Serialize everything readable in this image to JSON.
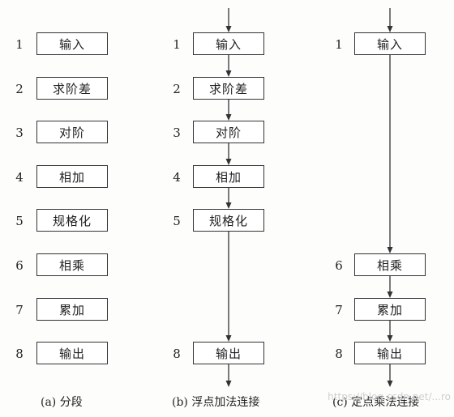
{
  "diagram": {
    "columns": [
      {
        "numbers": [
          "1",
          "2",
          "3",
          "4",
          "5",
          "6",
          "7",
          "8"
        ],
        "labels": [
          "输入",
          "求阶差",
          "对阶",
          "相加",
          "规格化",
          "相乘",
          "累加",
          "输出"
        ],
        "caption": "(a) 分段"
      },
      {
        "numbers": [
          "1",
          "2",
          "3",
          "4",
          "5",
          "8"
        ],
        "labels": [
          "输入",
          "求阶差",
          "对阶",
          "相加",
          "规格化",
          "输出"
        ],
        "caption": "(b) 浮点加法连接"
      },
      {
        "numbers": [
          "1",
          "6",
          "7",
          "8"
        ],
        "labels": [
          "输入",
          "相乘",
          "累加",
          "输出"
        ],
        "caption": "(c) 定点乘法连接"
      }
    ],
    "watermark": "https://blog.csdn.net/...ro",
    "line_color": "#333333"
  }
}
